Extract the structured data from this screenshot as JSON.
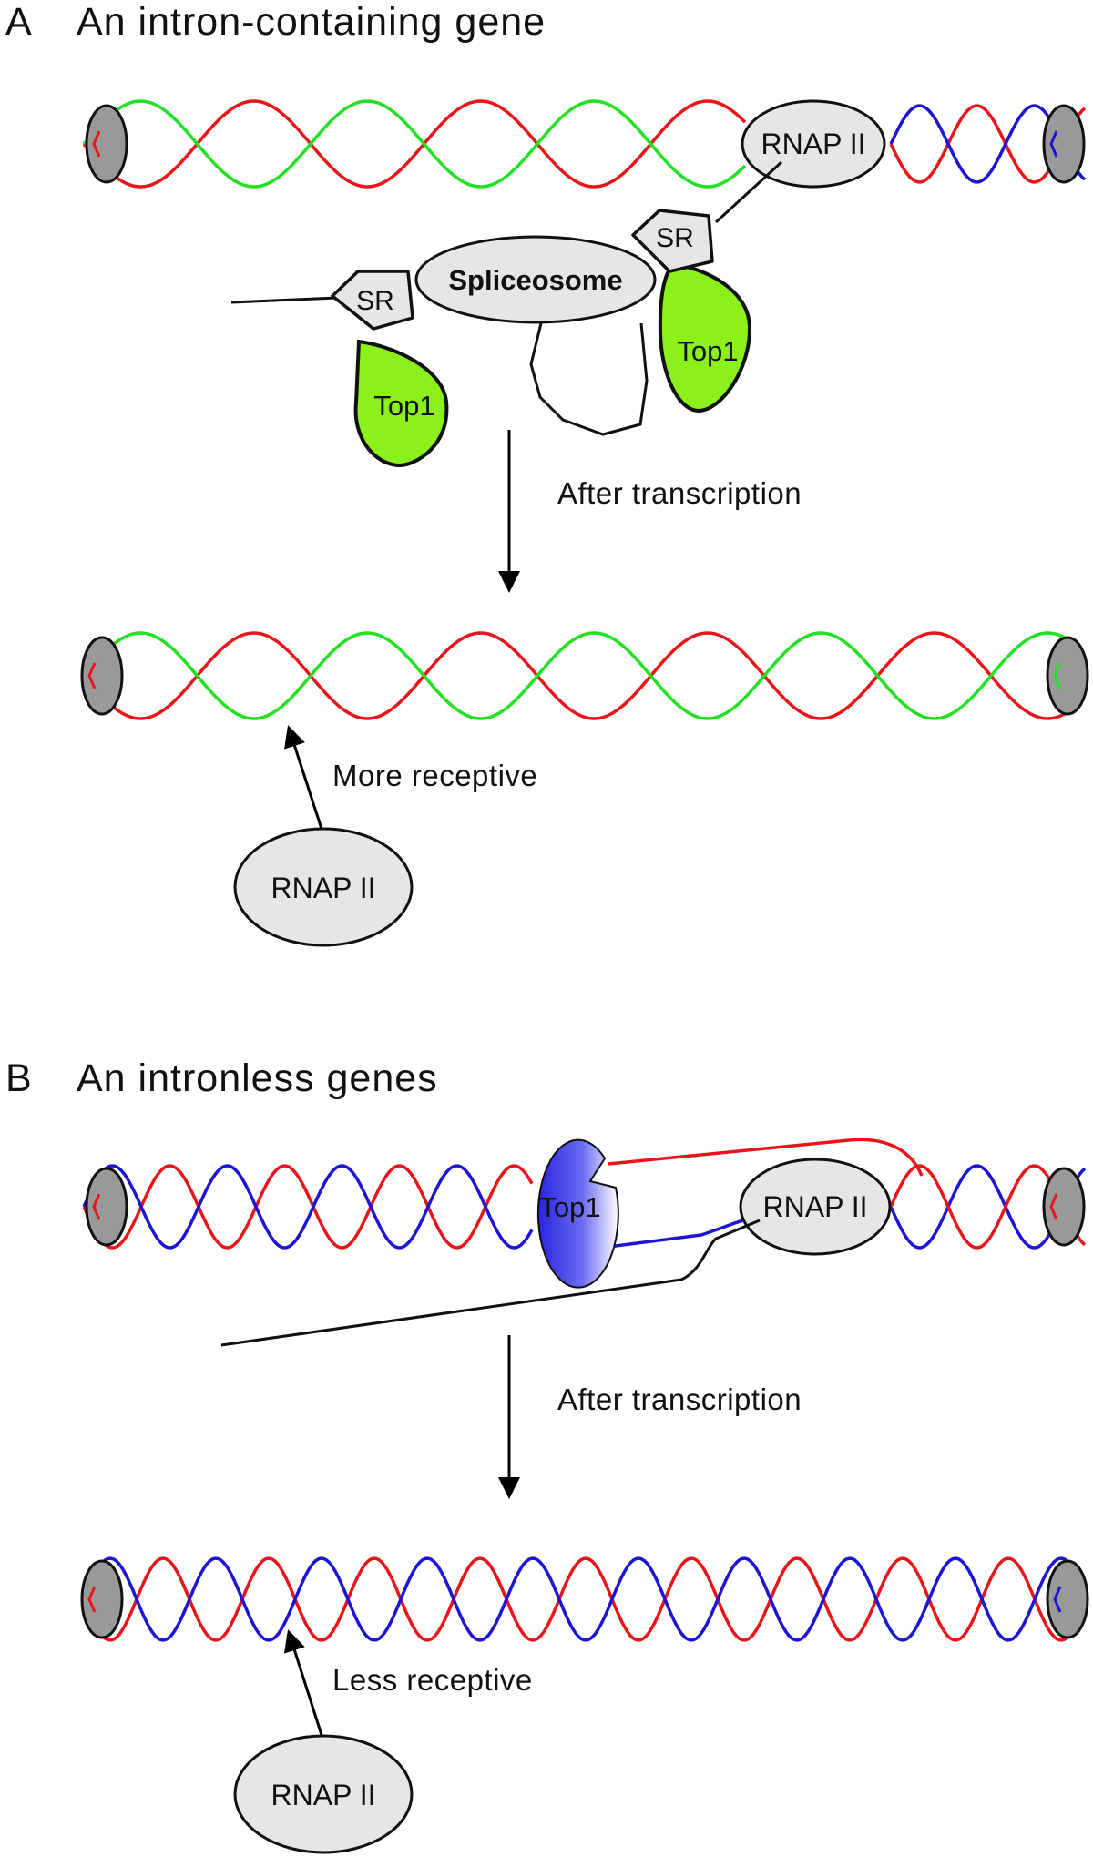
{
  "panel_a": {
    "letter": "A",
    "title": "An intron-containing gene",
    "rnap_label": "RNAP II",
    "sr_label": "SR",
    "spliceosome_label": "Spliceosome",
    "top1_label": "Top1",
    "arrow_label": "After transcription",
    "receptive_label": "More receptive",
    "rnap_bottom_label": "RNAP II"
  },
  "panel_b": {
    "letter": "B",
    "title": "An intronless genes",
    "top1_label": "Top1",
    "rnap_label": "RNAP II",
    "arrow_label": "After transcription",
    "receptive_label": "Less receptive",
    "rnap_bottom_label": "RNAP II"
  },
  "colors": {
    "strand_red": "#e8161b",
    "strand_green": "#22e022",
    "strand_blue": "#1d15d6",
    "top1_green": "#8cf01a",
    "protein_grey": "#e6e6e6",
    "end_cap_grey": "#999999",
    "top1_blue": "#2a22e0"
  }
}
